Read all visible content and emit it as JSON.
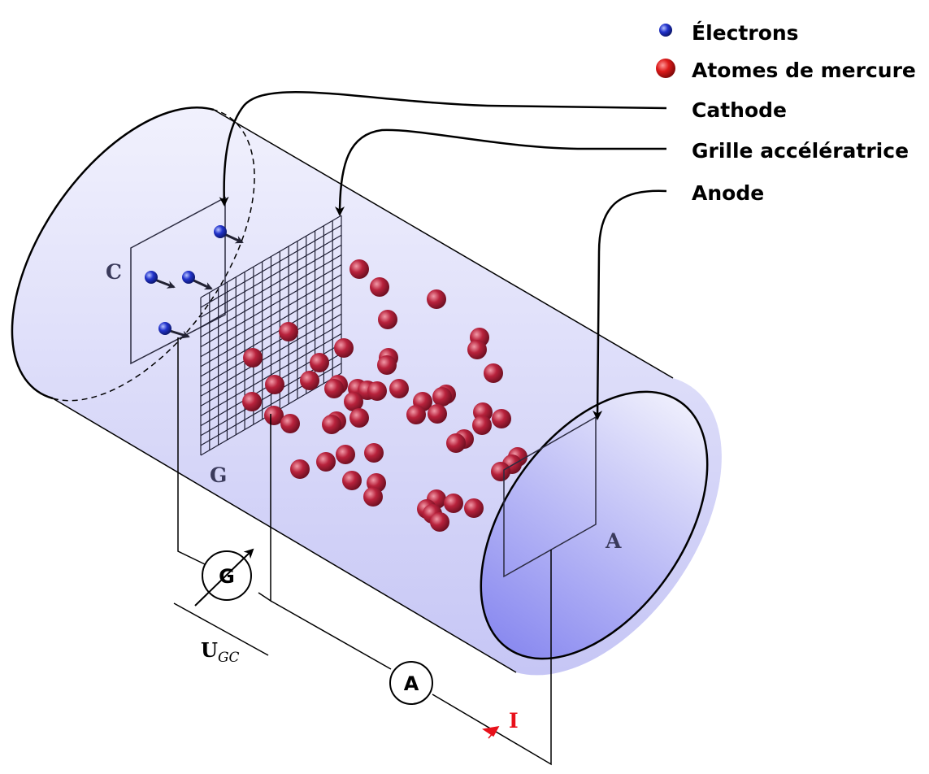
{
  "legend": {
    "electrons": "Électrons",
    "mercury_atoms": "Atomes de mercure",
    "cathode": "Cathode",
    "grid": "Grille accélératrice",
    "anode": "Anode"
  },
  "labels": {
    "cathode_letter": "C",
    "grid_letter": "G",
    "anode_letter": "A",
    "galvanometer": "G",
    "ammeter": "A",
    "voltage_main": "U",
    "voltage_sub": "GC",
    "current": "I"
  },
  "colors": {
    "electron": "#2233cc",
    "mercury_atom": "#b8223c",
    "tube_light": "#eeeefc",
    "tube_dark": "#8a8af0",
    "current_arrow": "#e8101a"
  },
  "icons": {
    "galvanometer": "galvanometer-icon",
    "ammeter": "ammeter-icon"
  }
}
